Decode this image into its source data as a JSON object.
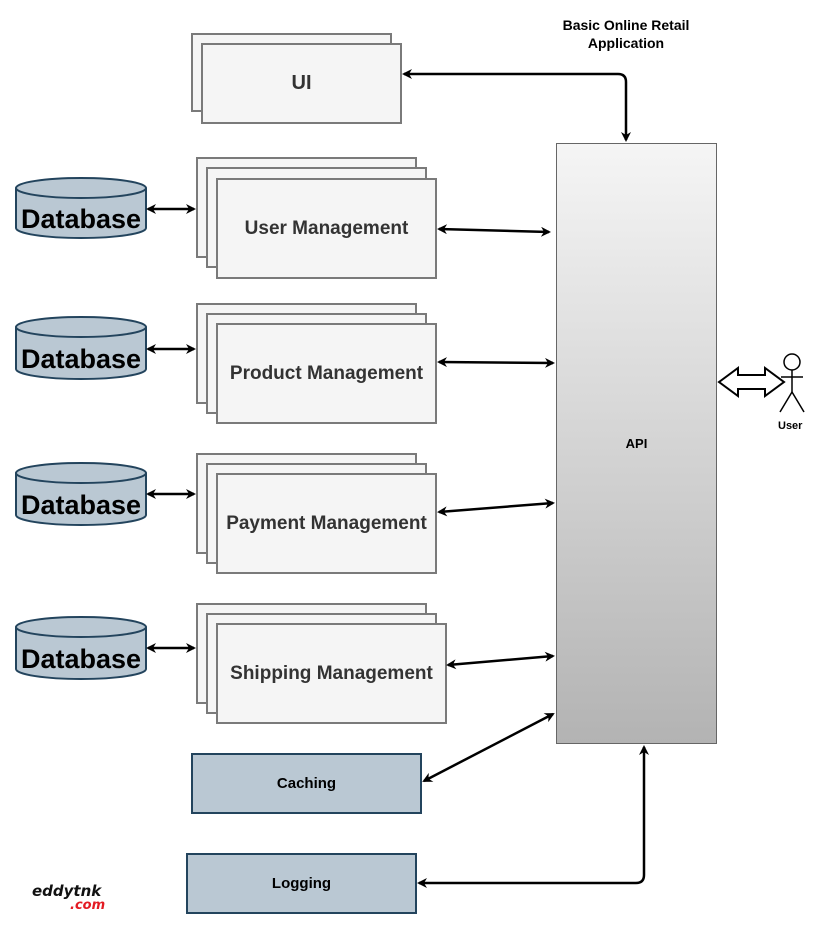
{
  "title": [
    "Basic Online Retail",
    "Application"
  ],
  "ui_label": "UI",
  "api_label": "API",
  "user_label": "User",
  "services": [
    {
      "label": "User Management"
    },
    {
      "label": "Product Management"
    },
    {
      "label": "Payment Management"
    },
    {
      "label": "Shipping Management"
    }
  ],
  "databases": [
    "Database",
    "Database",
    "Database",
    "Database"
  ],
  "caching_label": "Caching",
  "logging_label": "Logging",
  "logo": {
    "main": "eddytnk",
    "sub": ".com"
  },
  "colors": {
    "accent": "#bac8d3",
    "accent_border": "#23445d",
    "logo_red": "#e31b23"
  }
}
